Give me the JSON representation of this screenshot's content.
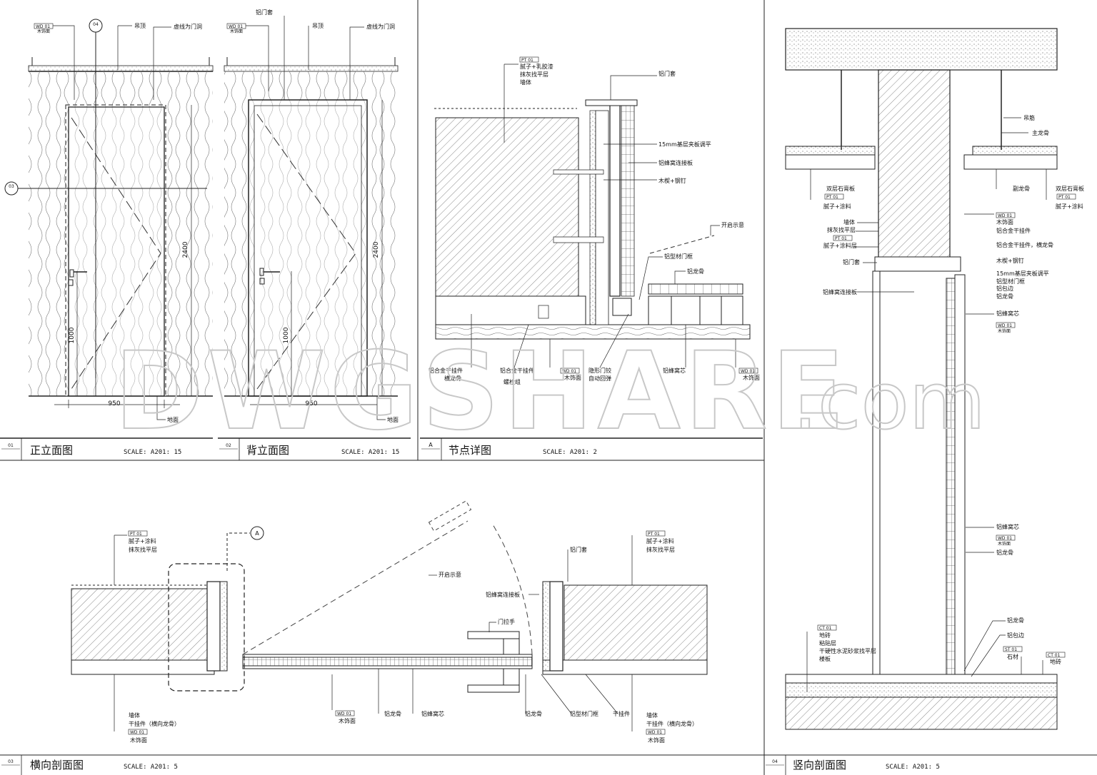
{
  "panels": {
    "p01": {
      "num": "01",
      "title": "正立面图",
      "scale": "SCALE: A201: 15"
    },
    "p02": {
      "num": "02",
      "title": "背立面图",
      "scale": "SCALE: A201: 15"
    },
    "pA": {
      "num": "A",
      "title": "节点详图",
      "scale": "SCALE: A201: 2"
    },
    "p03": {
      "num": "03",
      "title": "横向剖面图",
      "scale": "SCALE: A201: 5"
    },
    "p04": {
      "num": "04",
      "title": "竖向剖面图",
      "scale": "SCALE: A201: 5"
    }
  },
  "watermark": {
    "main": "DWGSHARE",
    "suffix": ".com"
  },
  "elev": {
    "ceiling": "吊顶",
    "dashed_door": "虚线为门洞",
    "alu_casing": "铝门套",
    "floor": "地面",
    "w950": "950",
    "h2400": "2400",
    "h1000": "1000",
    "tag_wd": "WD 01",
    "tag_wd_sub": "木饰面",
    "sec_03": "03",
    "sec_04": "04"
  },
  "detailA": {
    "putty_latex": "腻子+乳胶漆",
    "plaster": "抹灰找平层",
    "wall": "墙体",
    "alu_casing": "铝门套",
    "base_ply": "15mm基层夹板调平",
    "honey_plate": "铝蜂窝连接板",
    "wood_wedge": "木楔+钢钉",
    "open_hint": "开启示意",
    "alu_frame": "铝型材门框",
    "alu_keel": "铝龙骨",
    "alu_hanger": "铝合金干挂件",
    "horiz_keel": "横龙骨",
    "alu_hanger2": "铝合金干挂件",
    "bolt": "螺栓组",
    "wood_veneer": "木饰面",
    "hidden_hinge": "隐形门铰",
    "self_close": "自动回弹",
    "honey_core": "铝蜂窝芯",
    "tag_pt": "PT 01",
    "tag_wd": "WD 01"
  },
  "sec03": {
    "putty_paint": "腻子+涂料",
    "plaster": "抹灰找平层",
    "alu_casing": "铝门套",
    "open_hint": "开启示意",
    "honey_plate": "铝蜂窝连接板",
    "handle": "门拉手",
    "wall": "墙体",
    "hanger_keel": "干挂件（横向龙骨）",
    "wood_veneer": "木饰面",
    "alu_keel": "铝龙骨",
    "honey_core": "铝蜂窝芯",
    "alu_frame": "铝型材门框",
    "hanger": "干挂件",
    "tag_pt": "PT 01",
    "tag_wd": "WD 01",
    "marker_A": "A"
  },
  "sec04": {
    "hanger_rod": "吊筋",
    "main_keel": "主龙骨",
    "double_gyp": "双层石膏板",
    "putty_paint": "腻子+涂料",
    "sub_keel": "副龙骨",
    "wall": "墙体",
    "plaster": "抹灰找平层",
    "putty_paint2": "腻子+涂料层",
    "wood_veneer": "木饰面",
    "alu_hanger": "铝合金干挂件",
    "alu_hanger_keel": "铝合金干挂件，横龙骨",
    "wood_wedge": "木楔+钢钉",
    "alu_casing": "铝门套",
    "base_ply": "15mm基层夹板调平",
    "alu_frame": "铝型材门框",
    "alu_edge": "铝包边",
    "alu_keel": "铝龙骨",
    "honey_plate": "铝蜂窝连接板",
    "honey_core": "铝蜂窝芯",
    "floor_tile": "地砖",
    "bond_layer": "粘贴层",
    "mortar": "干硬性水泥砂浆找平层",
    "slab": "楼板",
    "stone": "石材",
    "tag_pt": "PT 01",
    "tag_wd": "WD 01",
    "tag_ct": "CT 01",
    "tag_st": "ST 01"
  }
}
